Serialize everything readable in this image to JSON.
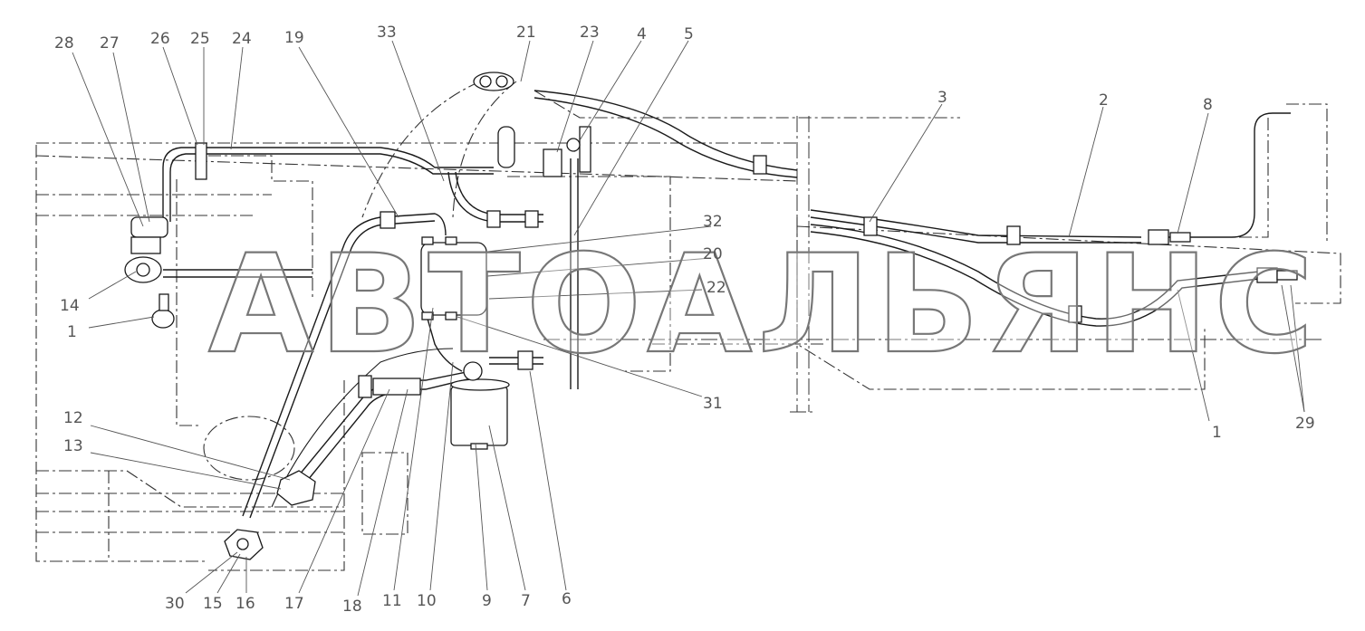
{
  "diagram": {
    "watermark": "АВТОАЛЬЯНС",
    "callouts": [
      {
        "id": "c28",
        "label": "28"
      },
      {
        "id": "c27",
        "label": "27"
      },
      {
        "id": "c26",
        "label": "26"
      },
      {
        "id": "c25",
        "label": "25"
      },
      {
        "id": "c24",
        "label": "24"
      },
      {
        "id": "c19",
        "label": "19"
      },
      {
        "id": "c33",
        "label": "33"
      },
      {
        "id": "c21",
        "label": "21"
      },
      {
        "id": "c23",
        "label": "23"
      },
      {
        "id": "c4",
        "label": "4"
      },
      {
        "id": "c5",
        "label": "5"
      },
      {
        "id": "c3",
        "label": "3"
      },
      {
        "id": "c2",
        "label": "2"
      },
      {
        "id": "c8",
        "label": "8"
      },
      {
        "id": "c32",
        "label": "32"
      },
      {
        "id": "c20",
        "label": "20"
      },
      {
        "id": "c22",
        "label": "22"
      },
      {
        "id": "c31",
        "label": "31"
      },
      {
        "id": "c14",
        "label": "14"
      },
      {
        "id": "c1a",
        "label": "1"
      },
      {
        "id": "c12",
        "label": "12"
      },
      {
        "id": "c13",
        "label": "13"
      },
      {
        "id": "c1b",
        "label": "1"
      },
      {
        "id": "c29",
        "label": "29"
      },
      {
        "id": "c30",
        "label": "30"
      },
      {
        "id": "c15",
        "label": "15"
      },
      {
        "id": "c16",
        "label": "16"
      },
      {
        "id": "c17",
        "label": "17"
      },
      {
        "id": "c18",
        "label": "18"
      },
      {
        "id": "c11",
        "label": "11"
      },
      {
        "id": "c10",
        "label": "10"
      },
      {
        "id": "c9",
        "label": "9"
      },
      {
        "id": "c7",
        "label": "7"
      },
      {
        "id": "c6",
        "label": "6"
      }
    ]
  }
}
